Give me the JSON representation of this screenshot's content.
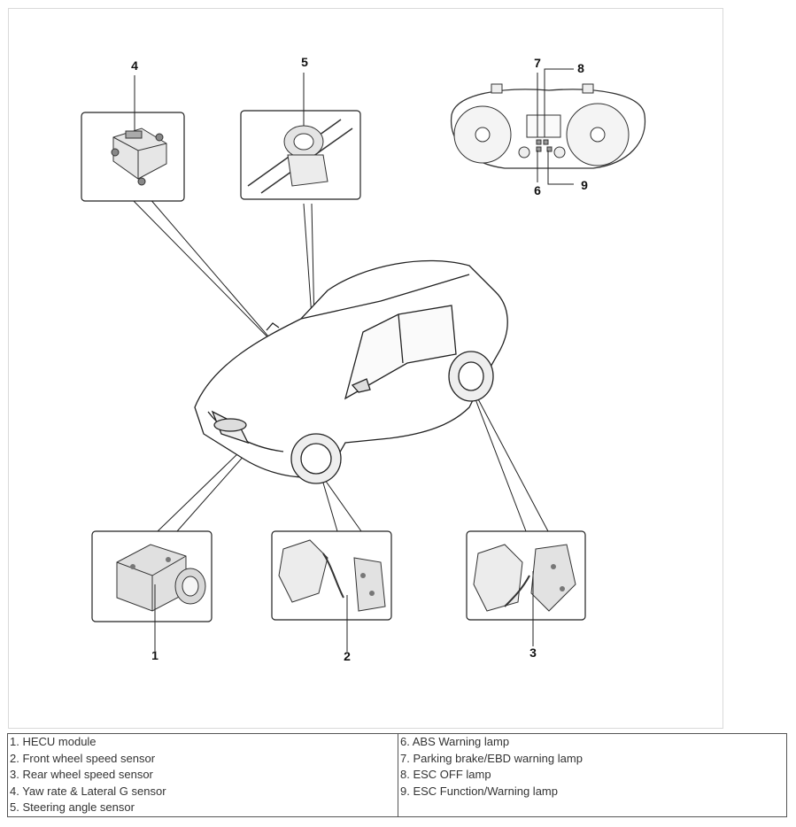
{
  "callouts": [
    "1",
    "2",
    "3",
    "4",
    "5",
    "6",
    "7",
    "8",
    "9"
  ],
  "legend": {
    "left": [
      "1. HECU module",
      "2. Front wheel speed sensor",
      "3. Rear wheel speed sensor",
      "4. Yaw rate & Lateral G sensor",
      "5. Steering angle sensor"
    ],
    "right": [
      "6. ABS Warning lamp",
      "7. Parking brake/EBD warning lamp",
      "8. ESC OFF lamp",
      "9. ESC Function/Warning lamp"
    ]
  }
}
